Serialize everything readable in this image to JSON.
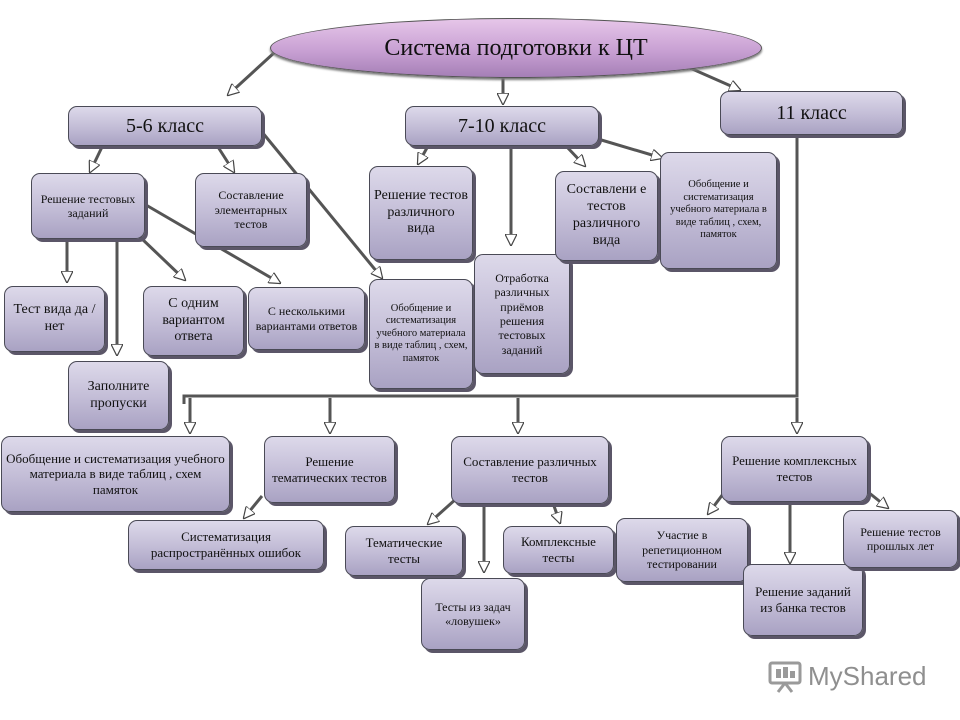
{
  "title": "Система подготовки к ЦТ",
  "levels": {
    "grade_5_6": "5-6 класс",
    "grade_7_10": "7-10 класс",
    "grade_11": "11 класс"
  },
  "branch_5_6": {
    "test_tasks": "Решение тестовых заданий",
    "compose_elementary": "Составление элементарных тестов",
    "yes_no": "Тест вида да /нет",
    "one_answer": "С одним вариантом ответа",
    "multi_answers": "С несколькими вариантами ответов",
    "fill_gaps": "Заполните пропуски"
  },
  "generalize_mid": "Обобщение и систематизация учебного материала в виде таблиц , схем, памяток",
  "branch_7_10": {
    "solve_various": "Решение тестов различного вида",
    "practice_methods": "Отработка различных приёмов решения тестовых заданий",
    "compose_various": "Составлени е тестов различного вида",
    "generalize": "Обобщение и систематизация учебного материала в виде таблиц , схем, памяток"
  },
  "bottom": {
    "generalize": "Обобщение и систематизация учебного материала в виде таблиц , схем памяток",
    "thematic": "Решение тематических тестов",
    "errors": "Систематизация распространённых ошибок",
    "compose": "Составление различных тестов",
    "thematic_tests": "Тематические тесты",
    "complex_tests": "Комплексные тесты",
    "trap_tests": "Тесты из задач «ловушек»",
    "solve_complex": "Решение комплексных тестов",
    "rehearsal": "Участие в репетиционном тестировании",
    "bank": "Решение заданий из банка тестов",
    "past_years": "Решение тестов прошлых лет"
  },
  "watermark": "MyShared"
}
